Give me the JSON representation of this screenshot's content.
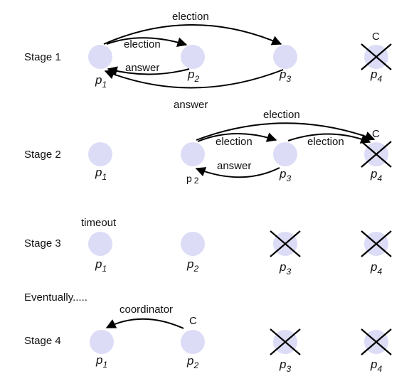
{
  "stages": [
    {
      "label": "Stage 1",
      "procs": [
        {
          "name": "p",
          "sub": "1",
          "crashed": false,
          "tag": ""
        },
        {
          "name": "p",
          "sub": "2",
          "crashed": false,
          "tag": ""
        },
        {
          "name": "p",
          "sub": "3",
          "crashed": false,
          "tag": ""
        },
        {
          "name": "p",
          "sub": "4",
          "crashed": true,
          "tag": "C"
        }
      ],
      "messages": [
        "election",
        "election",
        "answer",
        "answer"
      ]
    },
    {
      "label": "Stage 2",
      "procs": [
        {
          "name": "p",
          "sub": "1",
          "crashed": false,
          "tag": ""
        },
        {
          "name": "p",
          "sub": "2",
          "crashed": false,
          "tag": ""
        },
        {
          "name": "p",
          "sub": "3",
          "crashed": false,
          "tag": ""
        },
        {
          "name": "p",
          "sub": "4",
          "crashed": true,
          "tag": "C"
        }
      ],
      "messages": [
        "election",
        "election",
        "election",
        "answer"
      ]
    },
    {
      "label": "Stage 3",
      "note": "timeout",
      "procs": [
        {
          "name": "p",
          "sub": "1",
          "crashed": false,
          "tag": ""
        },
        {
          "name": "p",
          "sub": "2",
          "crashed": false,
          "tag": ""
        },
        {
          "name": "p",
          "sub": "3",
          "crashed": true,
          "tag": ""
        },
        {
          "name": "p",
          "sub": "4",
          "crashed": true,
          "tag": ""
        }
      ],
      "messages": []
    },
    {
      "label": "Stage 4",
      "procs": [
        {
          "name": "p",
          "sub": "1",
          "crashed": false,
          "tag": ""
        },
        {
          "name": "p",
          "sub": "2",
          "crashed": false,
          "tag": "C"
        },
        {
          "name": "p",
          "sub": "3",
          "crashed": true,
          "tag": ""
        },
        {
          "name": "p",
          "sub": "4",
          "crashed": true,
          "tag": ""
        }
      ],
      "messages": [
        "coordinator"
      ]
    }
  ],
  "eventually_text": "Eventually.....",
  "colors": {
    "node_fill": "#dcdcf7",
    "stroke": "#000000"
  }
}
